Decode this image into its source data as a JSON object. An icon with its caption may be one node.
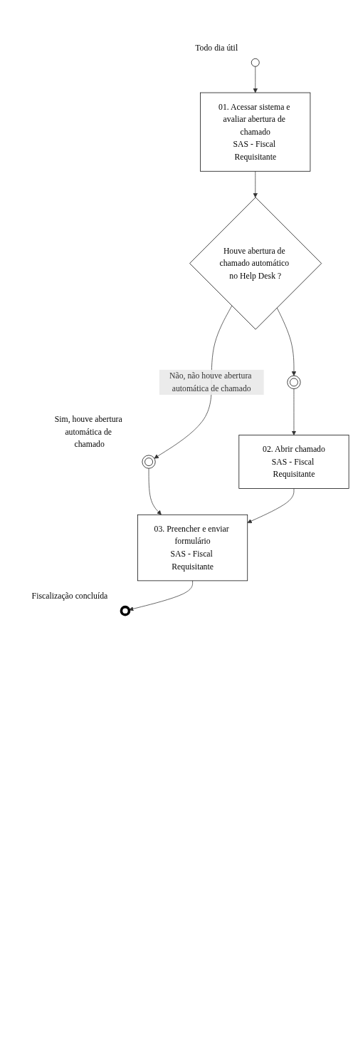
{
  "diagram": {
    "nodes": [
      {
        "text": [],
        "shape": "circle",
        "beside": [
          "Todo dia útil"
        ]
      },
      {
        "text": [
          "01. Acessar sistema e avaliar abertura de chamado",
          "SAS - Fiscal Requisitante"
        ]
      },
      {
        "text": [
          "Houve abertura de chamado automático no Help Desk ?"
        ]
      },
      {
        "text": [],
        "shape": "circle"
      },
      {
        "text": [],
        "shape": "circle",
        "beside": [
          "Sim, houve abertura automática de chamado"
        ]
      },
      {
        "text": [
          "02. Abrir chamado",
          "SAS - Fiscal Requisitante"
        ]
      },
      {
        "text": [
          "03. Preencher e enviar formulário",
          "SAS - Fiscal Requisitante"
        ]
      },
      {
        "text": [],
        "shape": "circle",
        "beside": [
          "Fiscalização concluída"
        ]
      }
    ],
    "edges": [
      {
        "from": 0,
        "to": 1,
        "arrow": "to"
      },
      {
        "from": 1,
        "to": 2,
        "arrow": "to"
      },
      {
        "from": 2,
        "to": 4,
        "arrow": "to",
        "label": "Não, não houve abertura automática de chamado"
      },
      {
        "from": 2,
        "to": 3,
        "arrow": "to"
      },
      {
        "from": 3,
        "to": 5,
        "arrow": "to"
      },
      {
        "from": 4,
        "to": 6,
        "arrow": "to"
      },
      {
        "from": 5,
        "to": 6,
        "arrow": "to"
      },
      {
        "from": 6,
        "to": 7,
        "arrow": "to"
      }
    ]
  }
}
